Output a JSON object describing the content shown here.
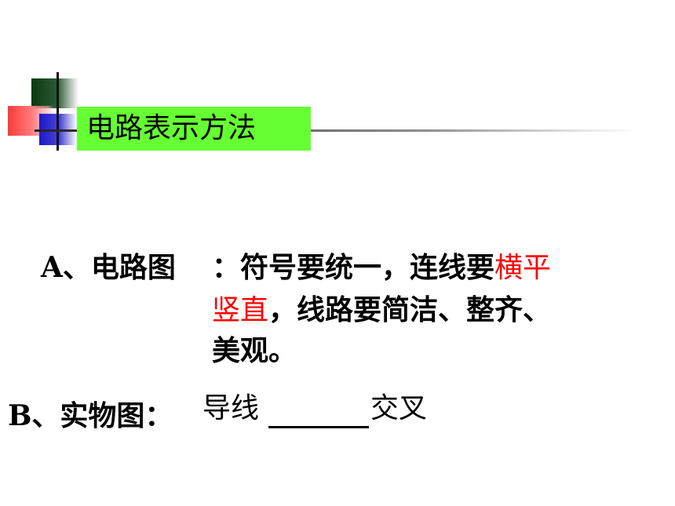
{
  "slide": {
    "title": "电路表示方法",
    "item_a": {
      "label": "A、电路图",
      "line1_prefix": "：符号要统一，连线要",
      "line1_highlight": "横平",
      "line2_highlight": "竖直",
      "line2_suffix": "，线路要简洁、整齐、",
      "line3": "美观。"
    },
    "item_b": {
      "label": "B、实物图：",
      "before_blank": "导线",
      "after_blank": "交叉"
    }
  },
  "colors": {
    "title_bg": "#66ff33",
    "highlight": "#ff0000"
  }
}
